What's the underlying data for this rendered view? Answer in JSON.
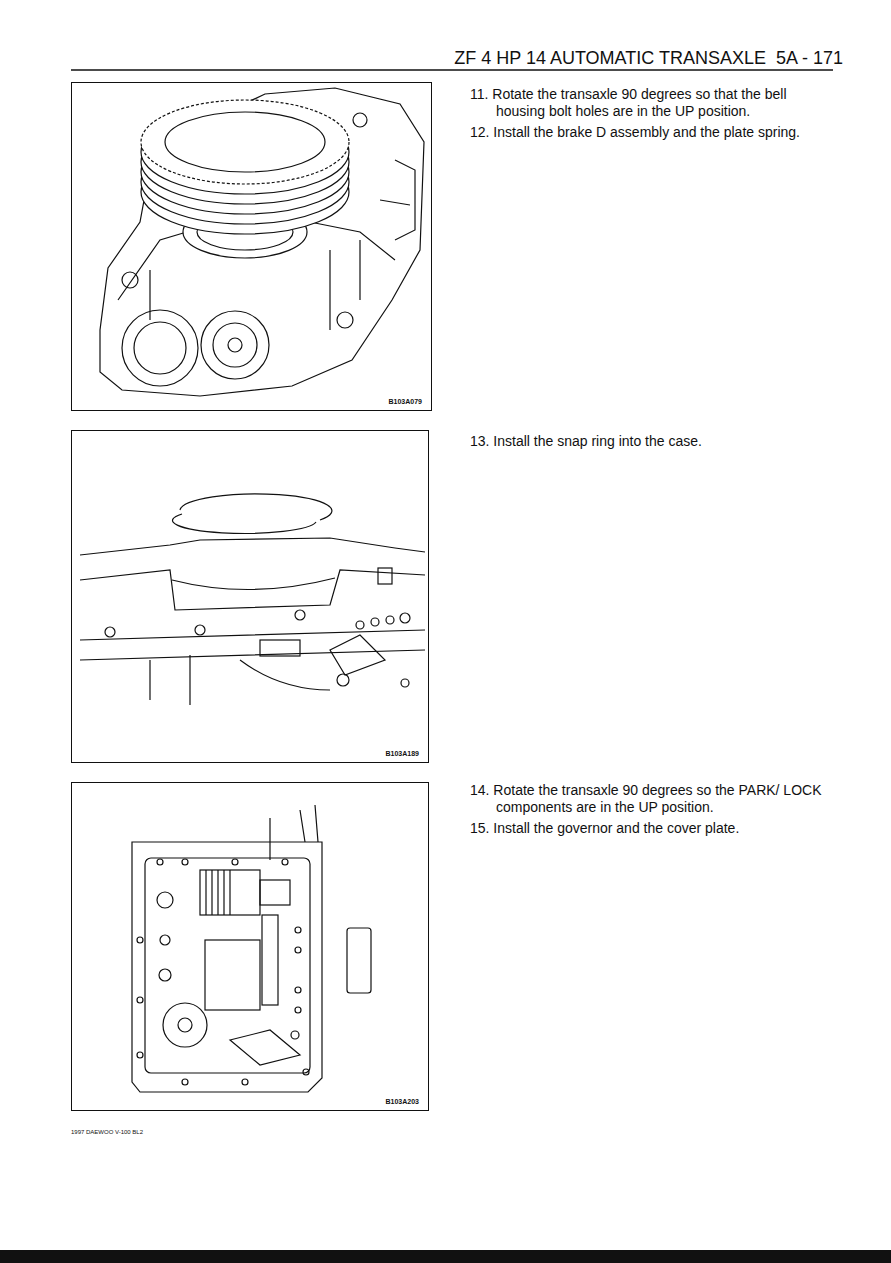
{
  "diagram": {
    "title": "ZF 4 HP 14 AUTOMATIC TRANSAXLE",
    "nodes": [
      {
        "text": [
          "B103A079"
        ]
      },
      {
        "text": [
          "B103A189"
        ]
      },
      {
        "text": [
          "B103A203"
        ]
      }
    ],
    "labels": [
      "5A - 171",
      "11. Rotate the transaxle 90 degrees so that the bell housing bolt holes are in the UP position.",
      "12. Install the brake D assembly and the plate spring.",
      "13. Install the snap ring into the case.",
      "14. Rotate the transaxle 90 degrees so the PARK/ LOCK components are in the UP position.",
      "15. Install the governor and the cover plate.",
      "1997 DAEWOO V-100 BL2"
    ]
  }
}
